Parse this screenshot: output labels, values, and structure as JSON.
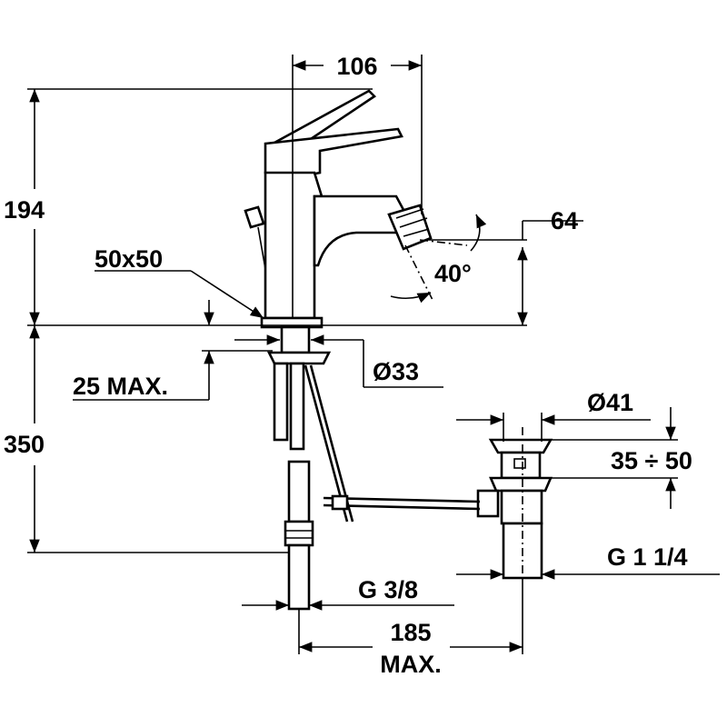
{
  "dimensions": {
    "width_top": "106",
    "height_faucet": "194",
    "spout_height": "64",
    "spray_angle": "40°",
    "base_size": "50x50",
    "thickness_max": "25 MAX.",
    "hole_diameter": "Ø33",
    "total_height": "350",
    "waste_diameter": "Ø41",
    "waste_range": "35 ÷ 50",
    "waste_thread": "G 1 1/4",
    "supply_thread": "G 3/8",
    "distance_max_value": "185",
    "distance_max_label": "MAX."
  }
}
